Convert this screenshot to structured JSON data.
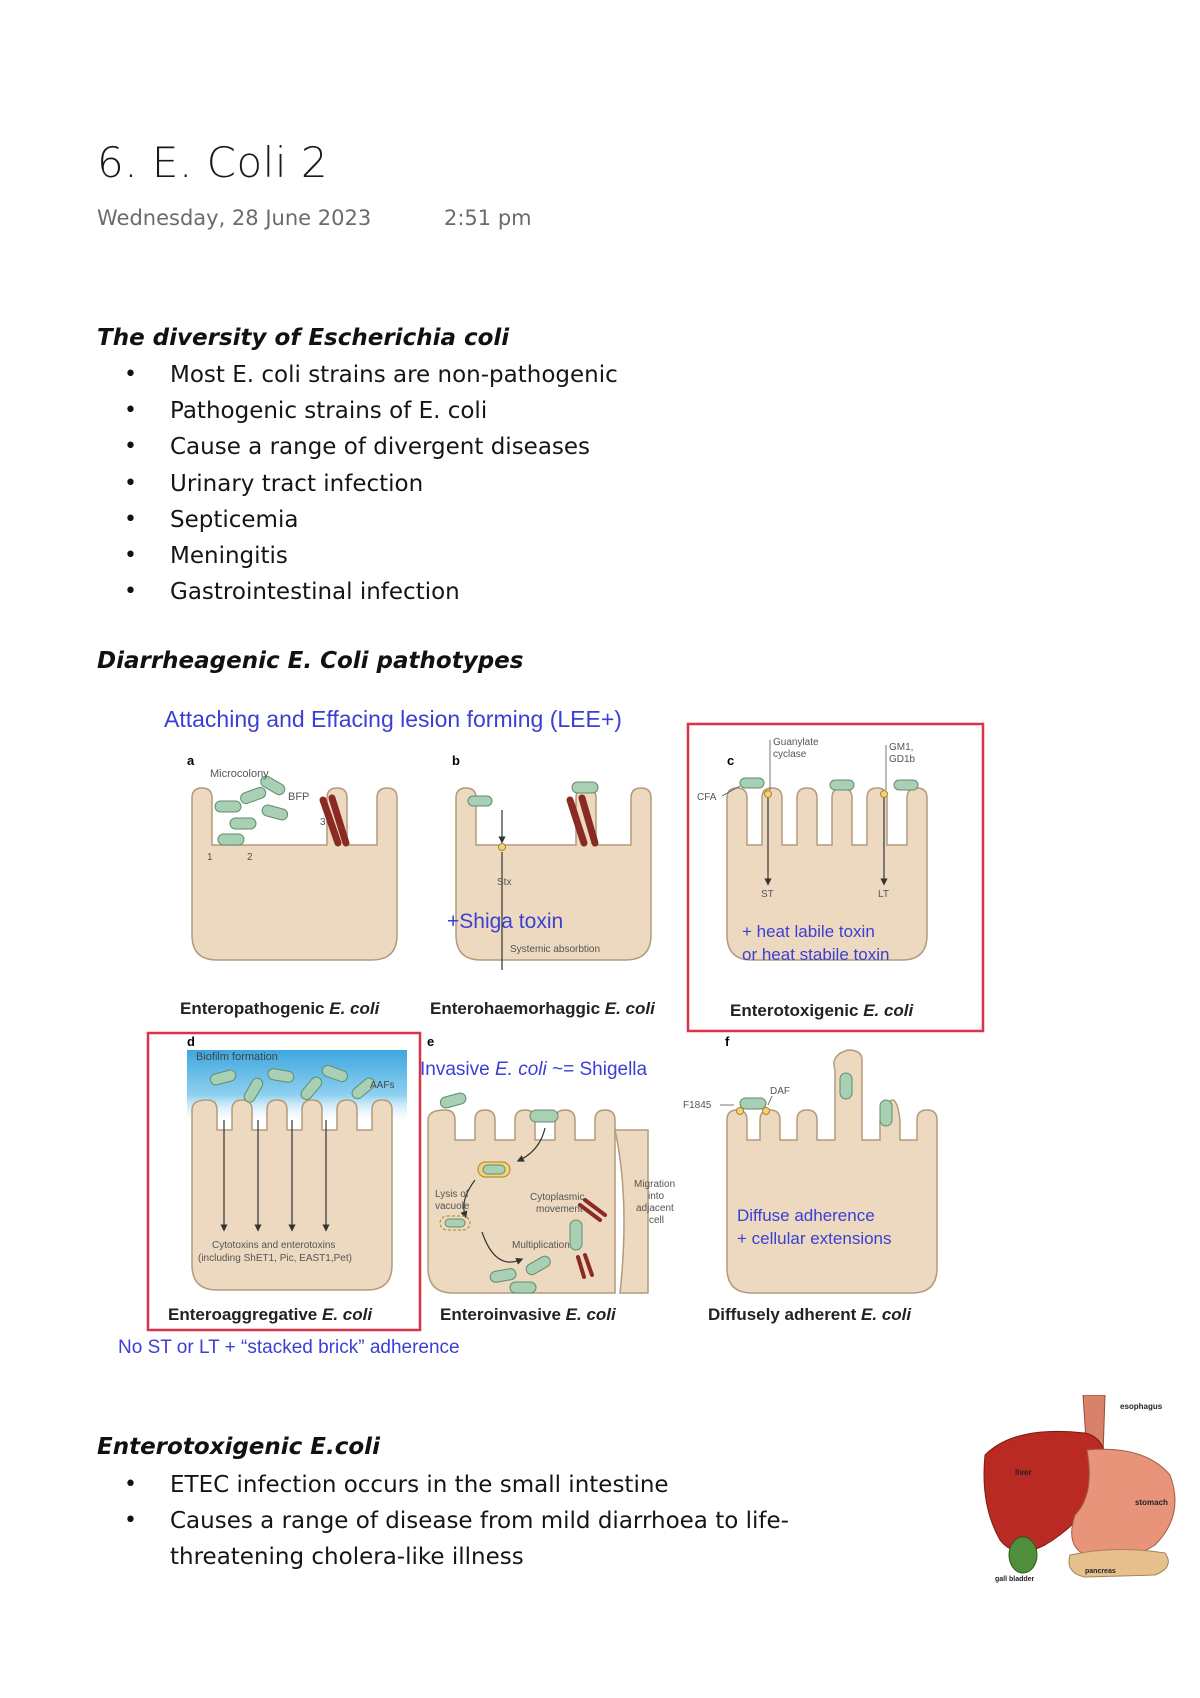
{
  "header": {
    "title": "6. E. Coli 2",
    "date": "Wednesday, 28 June 2023",
    "time": "2:51 pm"
  },
  "section1": {
    "heading": "The diversity of Escherichia coli",
    "bullets": [
      "Most E. coli strains are non-pathogenic",
      "Pathogenic strains of E. coli",
      "Cause a range of divergent diseases",
      "Urinary tract infection",
      "Septicemia",
      "Meningitis",
      "Gastrointestinal infection"
    ]
  },
  "section2": {
    "heading": "Diarrheagenic E. Coli pathotypes"
  },
  "figure": {
    "banner_top": "Attaching and Effacing lesion forming (LEE+)",
    "banner_bottom": "No ST or LT + “stacked brick” adherence",
    "banner_invasive_prefix": "Invasive ",
    "banner_invasive_italic": "E. coli",
    "banner_invasive_suffix": " ~= Shigella",
    "panels": {
      "a": {
        "letter": "a",
        "name_prefix": "Enteropathogenic ",
        "name_italic": "E. coli",
        "labels": {
          "microcolony": "Microcolony",
          "bfp": "BFP",
          "n1": "1",
          "n2": "2",
          "n3": "3"
        }
      },
      "b": {
        "letter": "b",
        "name_prefix": "Enterohaemorhaggic ",
        "name_italic": "E. coli",
        "labels": {
          "stx": "Stx",
          "systemic": "Systemic absorbtion"
        },
        "annotation": "+Shiga toxin"
      },
      "c": {
        "letter": "c",
        "name_prefix": "Enterotoxigenic ",
        "name_italic": "E. coli",
        "labels": {
          "guanylate1": "Guanylate",
          "guanylate2": "cyclase",
          "gm1a": "GM1,",
          "gm1b": "GD1b",
          "cfa": "CFA",
          "st": "ST",
          "lt": "LT"
        },
        "annotation1": "+ heat labile toxin",
        "annotation2": "or heat stabile toxin"
      },
      "d": {
        "letter": "d",
        "name_prefix": "Enteroaggregative ",
        "name_italic": "E. coli",
        "labels": {
          "biofilm": "Biofilm formation",
          "aafs": "AAFs",
          "cyto1": "Cytotoxins and enterotoxins",
          "cyto2": "(including ShET1, Pic, EAST1,Pet)"
        }
      },
      "e": {
        "letter": "e",
        "name_prefix": "Enteroinvasive ",
        "name_italic": "E. coli",
        "labels": {
          "lysis1": "Lysis of",
          "lysis2": "vacuole",
          "cyto1": "Cytoplasmic",
          "cyto2": "movement",
          "mult": "Multiplication",
          "mig1": "Migration",
          "mig2": "into",
          "mig3": "adjacent",
          "mig4": "cell"
        }
      },
      "f": {
        "letter": "f",
        "name_prefix": "Diffusely adherent ",
        "name_italic": "E. coli",
        "labels": {
          "f1845": "F1845",
          "daf": "DAF"
        },
        "annotation1": "Diffuse adherence",
        "annotation2": "+ cellular extensions"
      }
    }
  },
  "section3": {
    "heading": "Enterotoxigenic E.coli",
    "bullets": [
      "ETEC infection occurs in the small intestine",
      "Causes a range of disease from mild diarrhoea to life-threatening cholera-like illness"
    ],
    "bullet2_line1": "Causes a range of disease from mild diarrhoea to life-",
    "bullet2_line2": "threatening cholera-like illness"
  },
  "anatomy": {
    "esophagus": "esophagus",
    "liver": "liver",
    "stomach": "stomach",
    "gallbladder": "gall bladder",
    "pancreas": "pancreas"
  },
  "colors": {
    "banner_blue": "#3a3fd6",
    "highlight_red": "#d9334a",
    "cell_fill": "#ecd9bf",
    "cell_stroke": "#b39a7d",
    "bacteria": "#a9cfb4",
    "pedestal": "#8b2a25"
  }
}
